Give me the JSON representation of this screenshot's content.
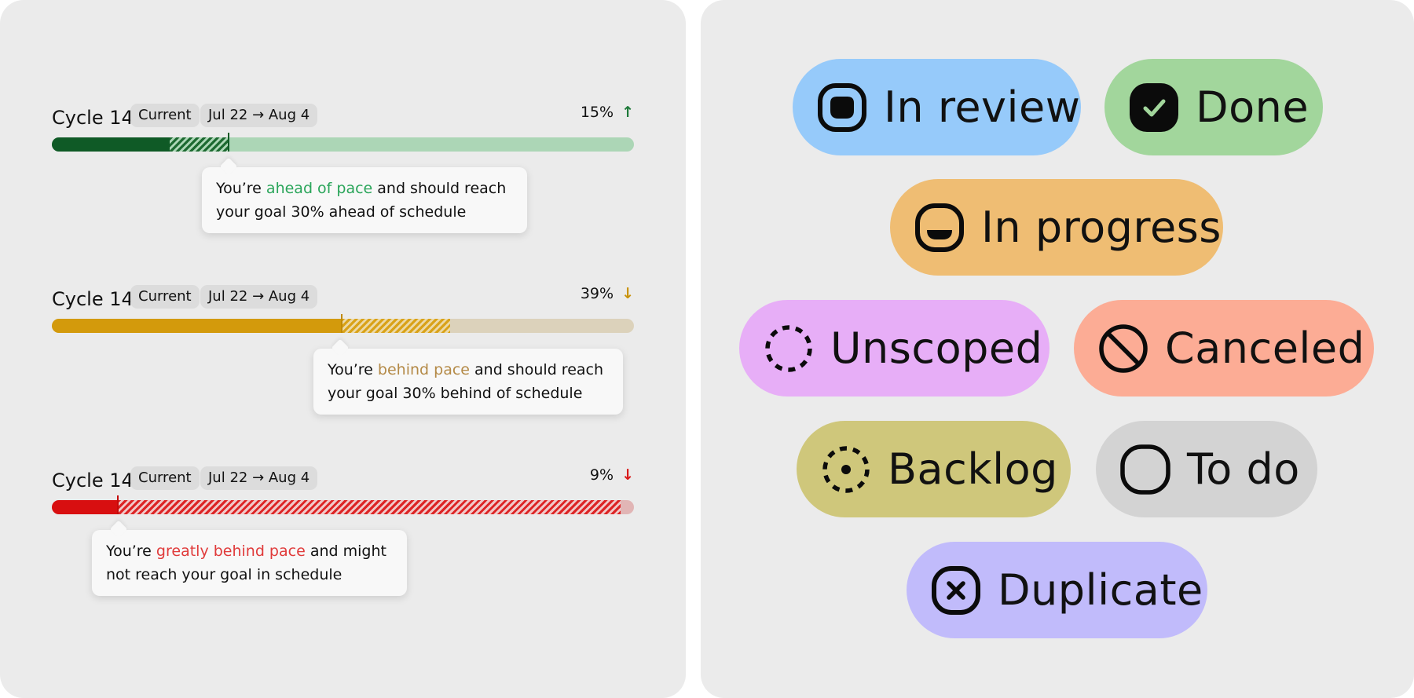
{
  "cycles": [
    {
      "title": "Cycle 14",
      "badge": "Current",
      "dates": "Jul 22 → Aug 4",
      "percent": "15%",
      "trend_arrow": "↑",
      "trend_color": "#1f7a3a",
      "progress": 0.3,
      "colors": {
        "solid": "#0f5a26",
        "light": "#acd6b6",
        "hatch": "#1d6a31",
        "marker": "#0f5a26"
      },
      "tooltip": {
        "before": "You’re ",
        "highlight": "ahead of pace",
        "after": " and should reach your goal 30% ahead of schedule",
        "highlight_color": "#2aa55a"
      }
    },
    {
      "title": "Cycle 14",
      "badge": "Current",
      "dates": "Jul 22 → Aug 4",
      "percent": "39%",
      "trend_arrow": "↓",
      "trend_color": "#c9930a",
      "progress": 0.5,
      "colors": {
        "solid": "#d39a0c",
        "light": "#dcd2bb",
        "hatch": "#d9a218",
        "marker": "#c08a07"
      },
      "tooltip": {
        "before": "You’re ",
        "highlight": "behind pace",
        "after": " and should reach your goal 30% behind of schedule",
        "highlight_color": "#b48a47"
      }
    },
    {
      "title": "Cycle 14",
      "badge": "Current",
      "dates": "Jul 22 → Aug 4",
      "percent": "9%",
      "trend_arrow": "↓",
      "trend_color": "#d91a1a",
      "progress": 0.11,
      "colors": {
        "solid": "#d80f10",
        "light": "#e1b5b5",
        "hatch": "#dc2425",
        "marker": "#c40a0a"
      },
      "tooltip": {
        "before": "You’re ",
        "highlight": "greatly behind pace",
        "after": " and might not reach your goal in schedule",
        "highlight_color": "#e03a3a"
      }
    }
  ],
  "statuses": [
    {
      "label": "In review",
      "icon": "in-review-icon",
      "color": "#96cafa"
    },
    {
      "label": "Done",
      "icon": "done-check-icon",
      "color": "#a2d69c"
    },
    {
      "label": "In progress",
      "icon": "in-progress-icon",
      "color": "#efbd73"
    },
    {
      "label": "Unscoped",
      "icon": "unscoped-icon",
      "color": "#e7aef7"
    },
    {
      "label": "Canceled",
      "icon": "canceled-icon",
      "color": "#fcac95"
    },
    {
      "label": "Backlog",
      "icon": "backlog-icon",
      "color": "#cfc77b"
    },
    {
      "label": "To do",
      "icon": "todo-icon",
      "color": "#d3d3d3"
    },
    {
      "label": "Duplicate",
      "icon": "duplicate-icon",
      "color": "#c1bbfb"
    }
  ]
}
